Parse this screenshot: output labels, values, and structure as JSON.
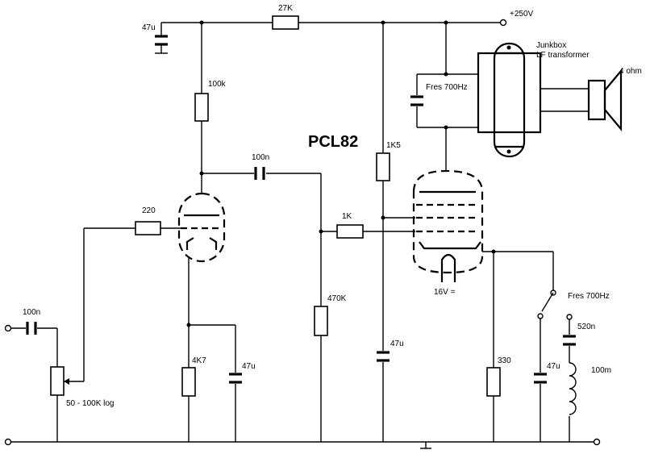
{
  "title": "PCL82",
  "labels": {
    "supply": "+250V",
    "r_series_supply": "27K",
    "c_supply_decoupling": "47u",
    "r_triode_anode": "100k",
    "c_coupling": "100n",
    "r_grid_stopper_triode": "220",
    "c_input": "100n",
    "volume_pot": "50 - 100K log",
    "r_triode_cathode": "4K7",
    "c_triode_cathode": "47u",
    "r_grid_leak": "470K",
    "r_grid_stopper_pentode": "1K",
    "r_screen": "1K5",
    "c_screen": "47u",
    "tuning_cap_note": "Fres 700Hz",
    "transformer_line1": "Junkbox",
    "transformer_line2": "LF transformer",
    "speaker_impedance": "4 ohm",
    "heater": "16V =",
    "r_pentode_cathode": "330",
    "c_pentode_cathode": "47u",
    "filter_note": "Fres 700Hz",
    "filter_cap": "520n",
    "filter_inductor": "100m"
  },
  "icons": [
    "resistor-icon",
    "capacitor-icon",
    "electrolytic-capacitor-icon",
    "potentiometer-icon",
    "triode-icon",
    "pentode-icon",
    "transformer-icon",
    "speaker-icon",
    "inductor-icon",
    "switch-icon",
    "ground-icon",
    "terminal-icon"
  ]
}
